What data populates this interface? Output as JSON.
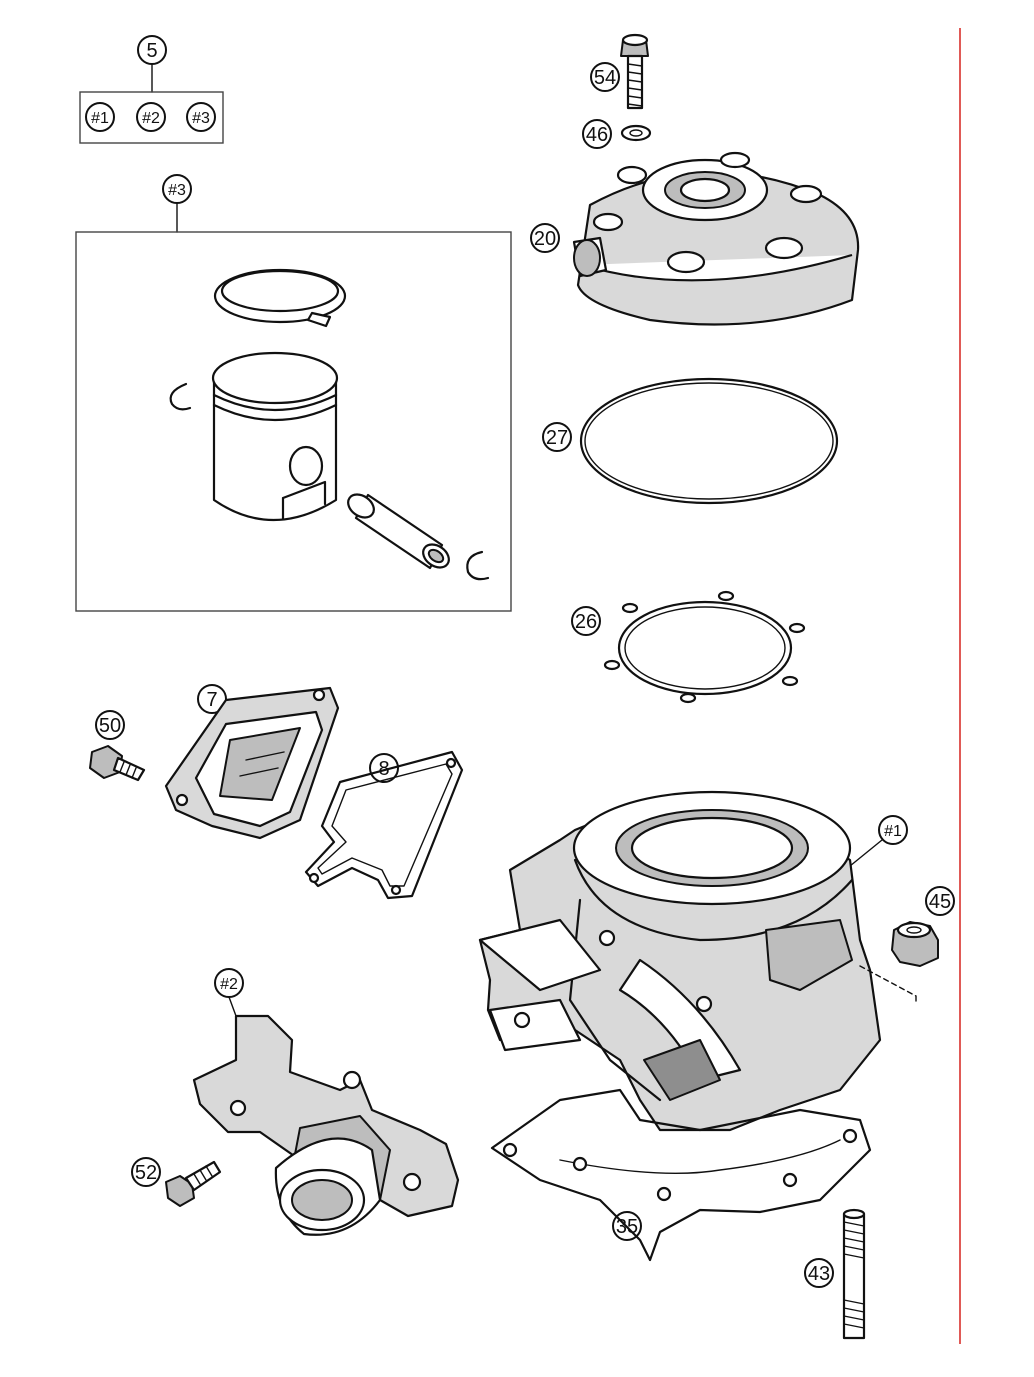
{
  "callouts": {
    "set_5": "5",
    "kit_1": "#1",
    "kit_2": "#2",
    "kit_3": "#3",
    "piston_kit": "#3",
    "p54": "54",
    "p46": "46",
    "p20": "20",
    "p27": "27",
    "p26": "26",
    "p7": "7",
    "p50": "50",
    "p8": "8",
    "cylinder": "#1",
    "p45": "45",
    "intake": "#2",
    "p52": "52",
    "p35": "35",
    "p43": "43"
  },
  "colors": {
    "line": "#111111",
    "border_accent": "#d9302c",
    "part_fill_light": "#d9d9d9",
    "part_fill_mid": "#bdbdbd"
  }
}
